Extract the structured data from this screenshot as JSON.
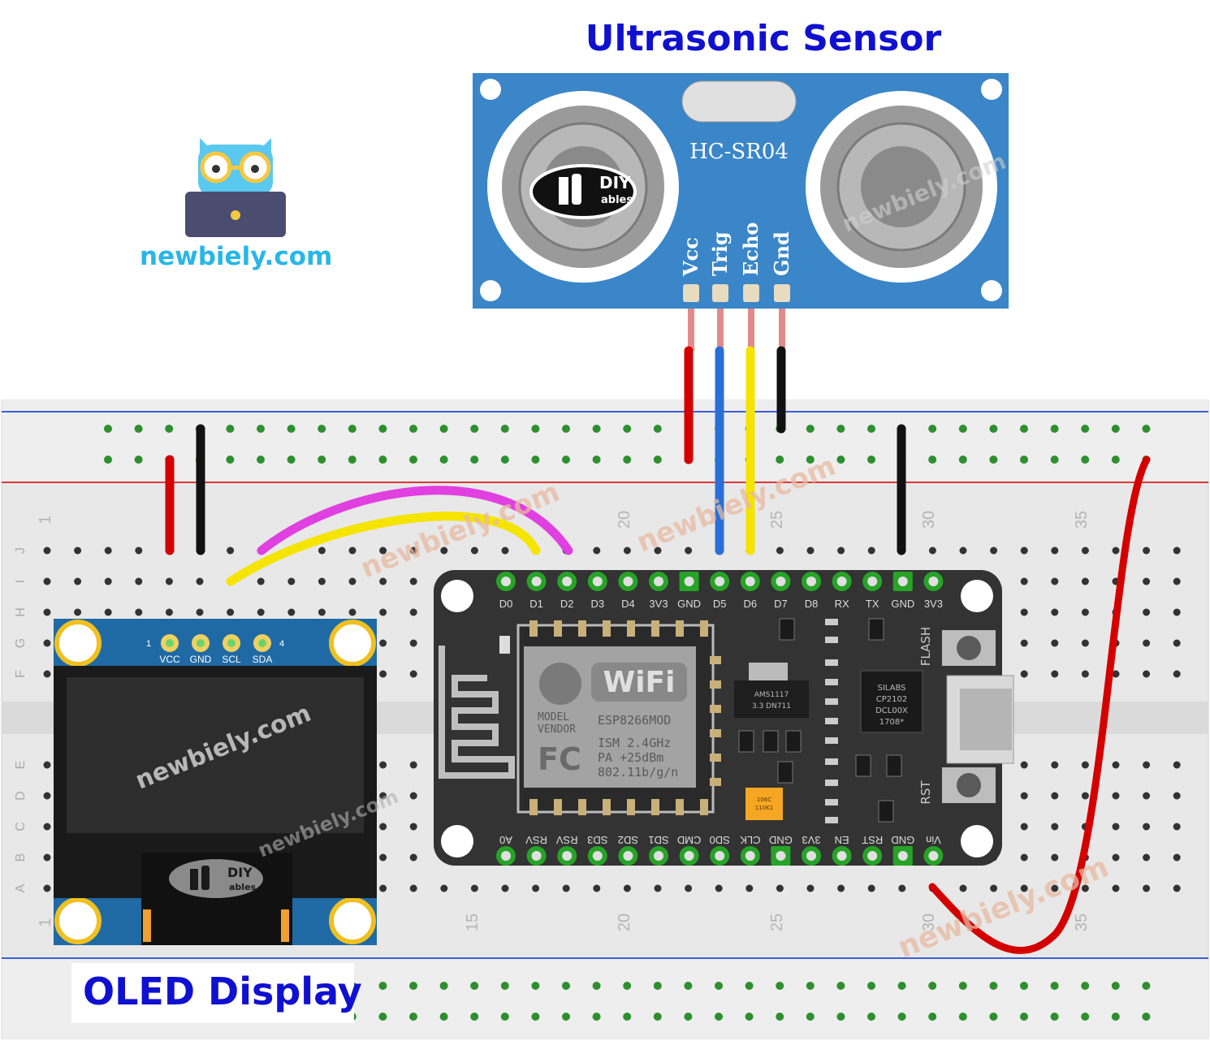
{
  "title": "Ultrasonic Sensor",
  "brand": "newbiely.com",
  "watermark": "newbiely.com",
  "oled_label": "OLED Display",
  "sensor": {
    "model": "HC-SR04",
    "maker": "DIY ables",
    "pins": [
      "Vcc",
      "Trig",
      "Echo",
      "Gnd"
    ]
  },
  "oled": {
    "pins": [
      "VCC",
      "GND",
      "SCL",
      "SDA"
    ],
    "pin_first": "1",
    "pin_last": "4",
    "maker": "DIY ables"
  },
  "esp": {
    "top_pins": [
      "D0",
      "D1",
      "D2",
      "D3",
      "D4",
      "3V3",
      "GND",
      "D5",
      "D6",
      "D7",
      "D8",
      "RX",
      "TX",
      "GND",
      "3V3"
    ],
    "bottom_pins": [
      "A0",
      "RSV",
      "RSV",
      "SD3",
      "SD2",
      "SD1",
      "CMD",
      "SD0",
      "CLK",
      "GND",
      "3V3",
      "EN",
      "RST",
      "GND",
      "Vin"
    ],
    "module_lines": [
      "ESP8266MOD",
      "ISM 2.4GHz",
      "PA  +25dBm",
      "802.11b/g/n"
    ],
    "module_left": [
      "MODEL",
      "VENDOR"
    ],
    "wifi": "WiFi",
    "fc": "FC",
    "regulator": [
      "AMS1117",
      "3.3  DN711"
    ],
    "usb_chip": [
      "SILABS",
      "CP2102",
      "DCL00X",
      "1708*"
    ],
    "buttons": [
      "FLASH",
      "RST"
    ],
    "capacitor": [
      "106C",
      "110K1"
    ]
  },
  "breadboard": {
    "row_letters_top": [
      "J",
      "I",
      "H",
      "G",
      "F"
    ],
    "row_letters_bottom": [
      "E",
      "D",
      "C",
      "B",
      "A"
    ],
    "column_numbers": [
      "1",
      "15",
      "20",
      "25",
      "30",
      "35"
    ]
  },
  "colors": {
    "title": "#1010d0",
    "brand": "#29b6e8",
    "sensor_board": "#3a86c8",
    "esp_board": "#333333",
    "oled_board": "#1f6aa5",
    "wire_red": "#d40000",
    "wire_black": "#111111",
    "wire_blue": "#2a6fd6",
    "wire_yellow": "#f5e400",
    "wire_magenta": "#e040e0"
  }
}
